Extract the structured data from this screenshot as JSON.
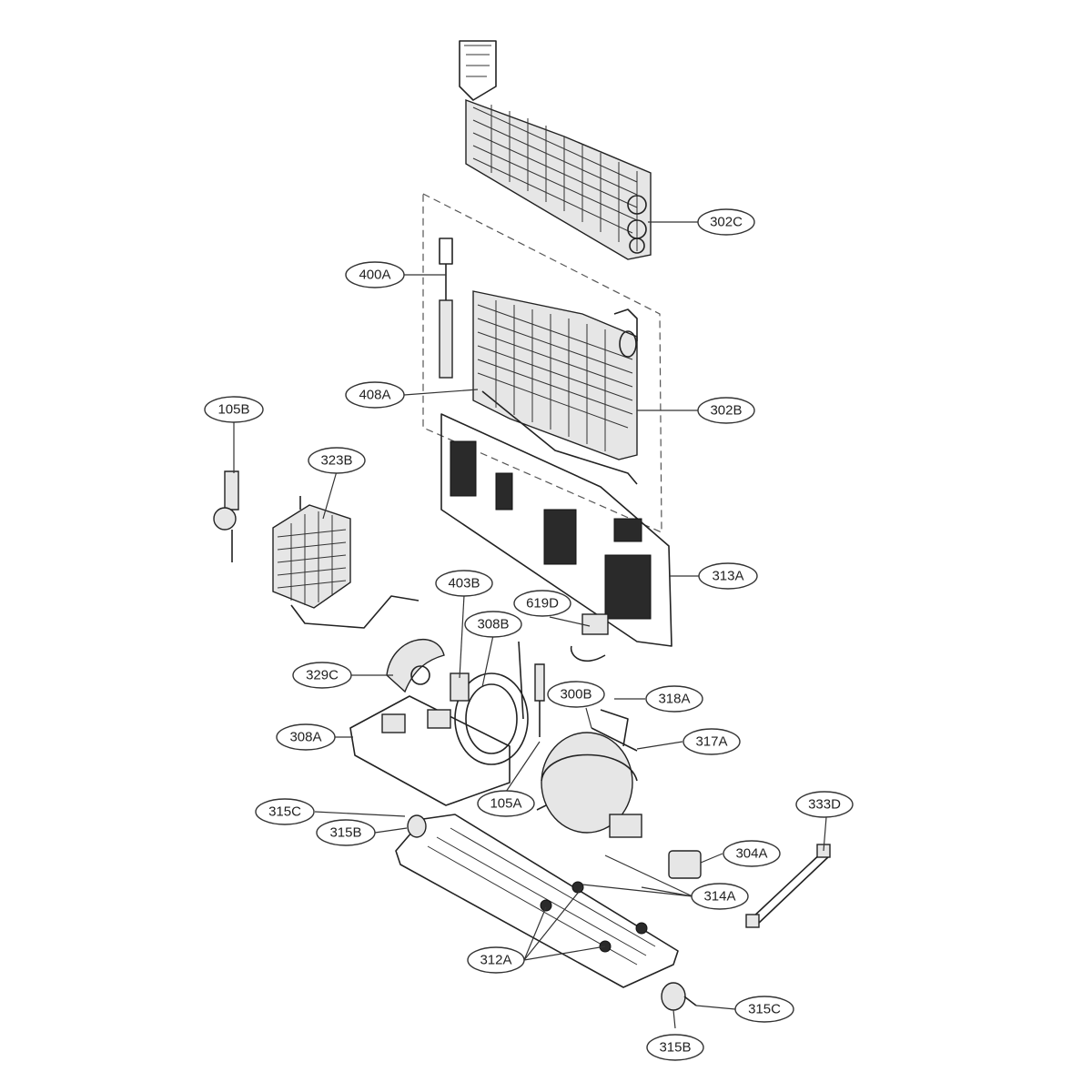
{
  "diagram": {
    "labels": [
      {
        "id": "302C",
        "text": "302C"
      },
      {
        "id": "400A",
        "text": "400A"
      },
      {
        "id": "408A",
        "text": "408A"
      },
      {
        "id": "302B",
        "text": "302B"
      },
      {
        "id": "105B",
        "text": "105B"
      },
      {
        "id": "323B",
        "text": "323B"
      },
      {
        "id": "313A",
        "text": "313A"
      },
      {
        "id": "403B",
        "text": "403B"
      },
      {
        "id": "619D",
        "text": "619D"
      },
      {
        "id": "308B",
        "text": "308B"
      },
      {
        "id": "329C",
        "text": "329C"
      },
      {
        "id": "300B",
        "text": "300B"
      },
      {
        "id": "318A",
        "text": "318A"
      },
      {
        "id": "308A",
        "text": "308A"
      },
      {
        "id": "317A",
        "text": "317A"
      },
      {
        "id": "105A",
        "text": "105A"
      },
      {
        "id": "333D",
        "text": "333D"
      },
      {
        "id": "315C_top",
        "text": "315C"
      },
      {
        "id": "315B_top",
        "text": "315B"
      },
      {
        "id": "304A",
        "text": "304A"
      },
      {
        "id": "314A",
        "text": "314A"
      },
      {
        "id": "312A",
        "text": "312A"
      },
      {
        "id": "315C_bottom",
        "text": "315C"
      },
      {
        "id": "315B_bottom",
        "text": "315B"
      }
    ]
  }
}
